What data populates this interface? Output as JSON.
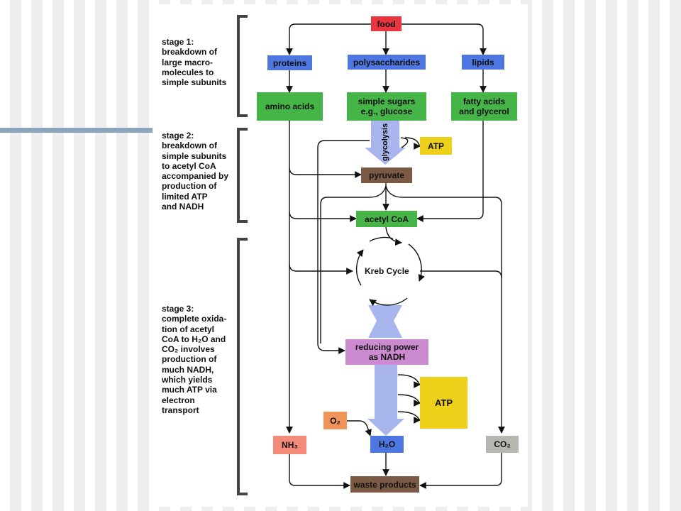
{
  "stages": [
    {
      "title": "stage 1:",
      "lines": [
        "breakdown of",
        "large macro-",
        "molecules to",
        "simple subunits"
      ]
    },
    {
      "title": "stage 2:",
      "lines": [
        "breakdown of",
        "simple subunits",
        "to acetyl CoA",
        "accompanied by",
        "production of",
        "limited ATP",
        "and NADH"
      ]
    },
    {
      "title": "stage 3:",
      "lines": [
        "complete oxida-",
        "tion of acetyl",
        "CoA to H₂O and",
        "CO₂ involves",
        "production of",
        "much NADH,",
        "which yields",
        "much ATP via",
        "electron",
        "transport"
      ]
    }
  ],
  "nodes": {
    "food": "food",
    "proteins": "proteins",
    "polysaccharides": "polysaccharides",
    "lipids": "lipids",
    "amino_acids": "amino acids",
    "simple_sugars": "simple sugars\ne.g., glucose",
    "fatty_acids": "fatty acids\nand glycerol",
    "glycolysis": "glycolysis",
    "atp_small": "ATP",
    "pyruvate": "pyruvate",
    "acetyl_coa": "acetyl CoA",
    "kreb_cycle": "Kreb Cycle",
    "nadh": "reducing power\nas NADH",
    "atp_large": "ATP",
    "o2": "O₂",
    "h2o": "H₂O",
    "nh3": "NH₃",
    "co2": "CO₂",
    "waste": "waste products"
  },
  "colors": {
    "food": "#e8353f",
    "macromolecule": "#4d76e0",
    "subunit": "#46b548",
    "pyruvate": "#7a5a44",
    "atp": "#ecd01a",
    "nadh": "#cc8bd0",
    "o2": "#f0935a",
    "nh3": "#f48a7a",
    "co2": "#b7b7b0",
    "flow_arrow": "#a9b6ee"
  }
}
